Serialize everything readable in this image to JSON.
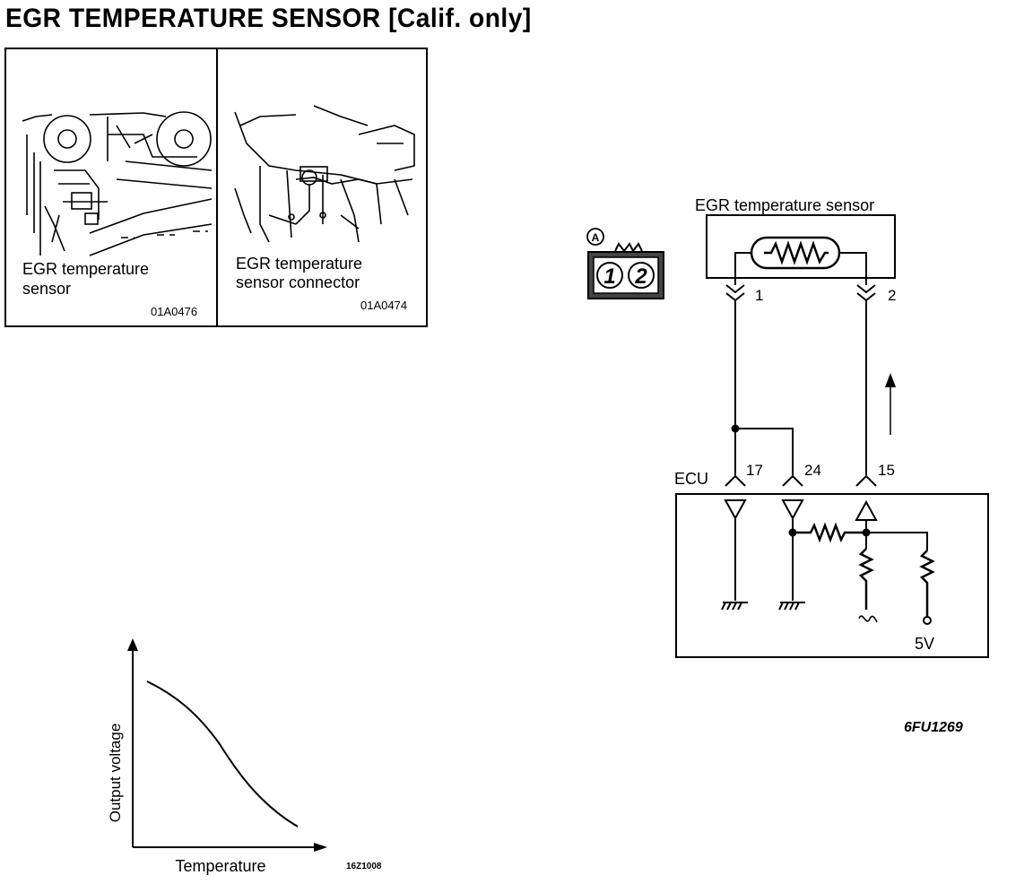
{
  "title": "EGR TEMPERATURE SENSOR [Calif. only]",
  "photos": [
    {
      "caption_line1": "EGR temperature",
      "caption_line2": "sensor",
      "code": "01A0476"
    },
    {
      "caption_line1": "EGR temperature",
      "caption_line2": "sensor connector",
      "code": "01A0474"
    }
  ],
  "connector": {
    "tag": "A",
    "pins": [
      "1",
      "2"
    ]
  },
  "circuit": {
    "sensor_label": "EGR temperature sensor",
    "sensor_pins": [
      "1",
      "2"
    ],
    "ecu_label": "ECU",
    "ecu_terminals": [
      "17",
      "24",
      "15"
    ],
    "voltage_label": "5V",
    "figure_code": "6FU1269"
  },
  "graph": {
    "xlabel": "Temperature",
    "ylabel": "Output voltage",
    "code": "16Z1008"
  }
}
